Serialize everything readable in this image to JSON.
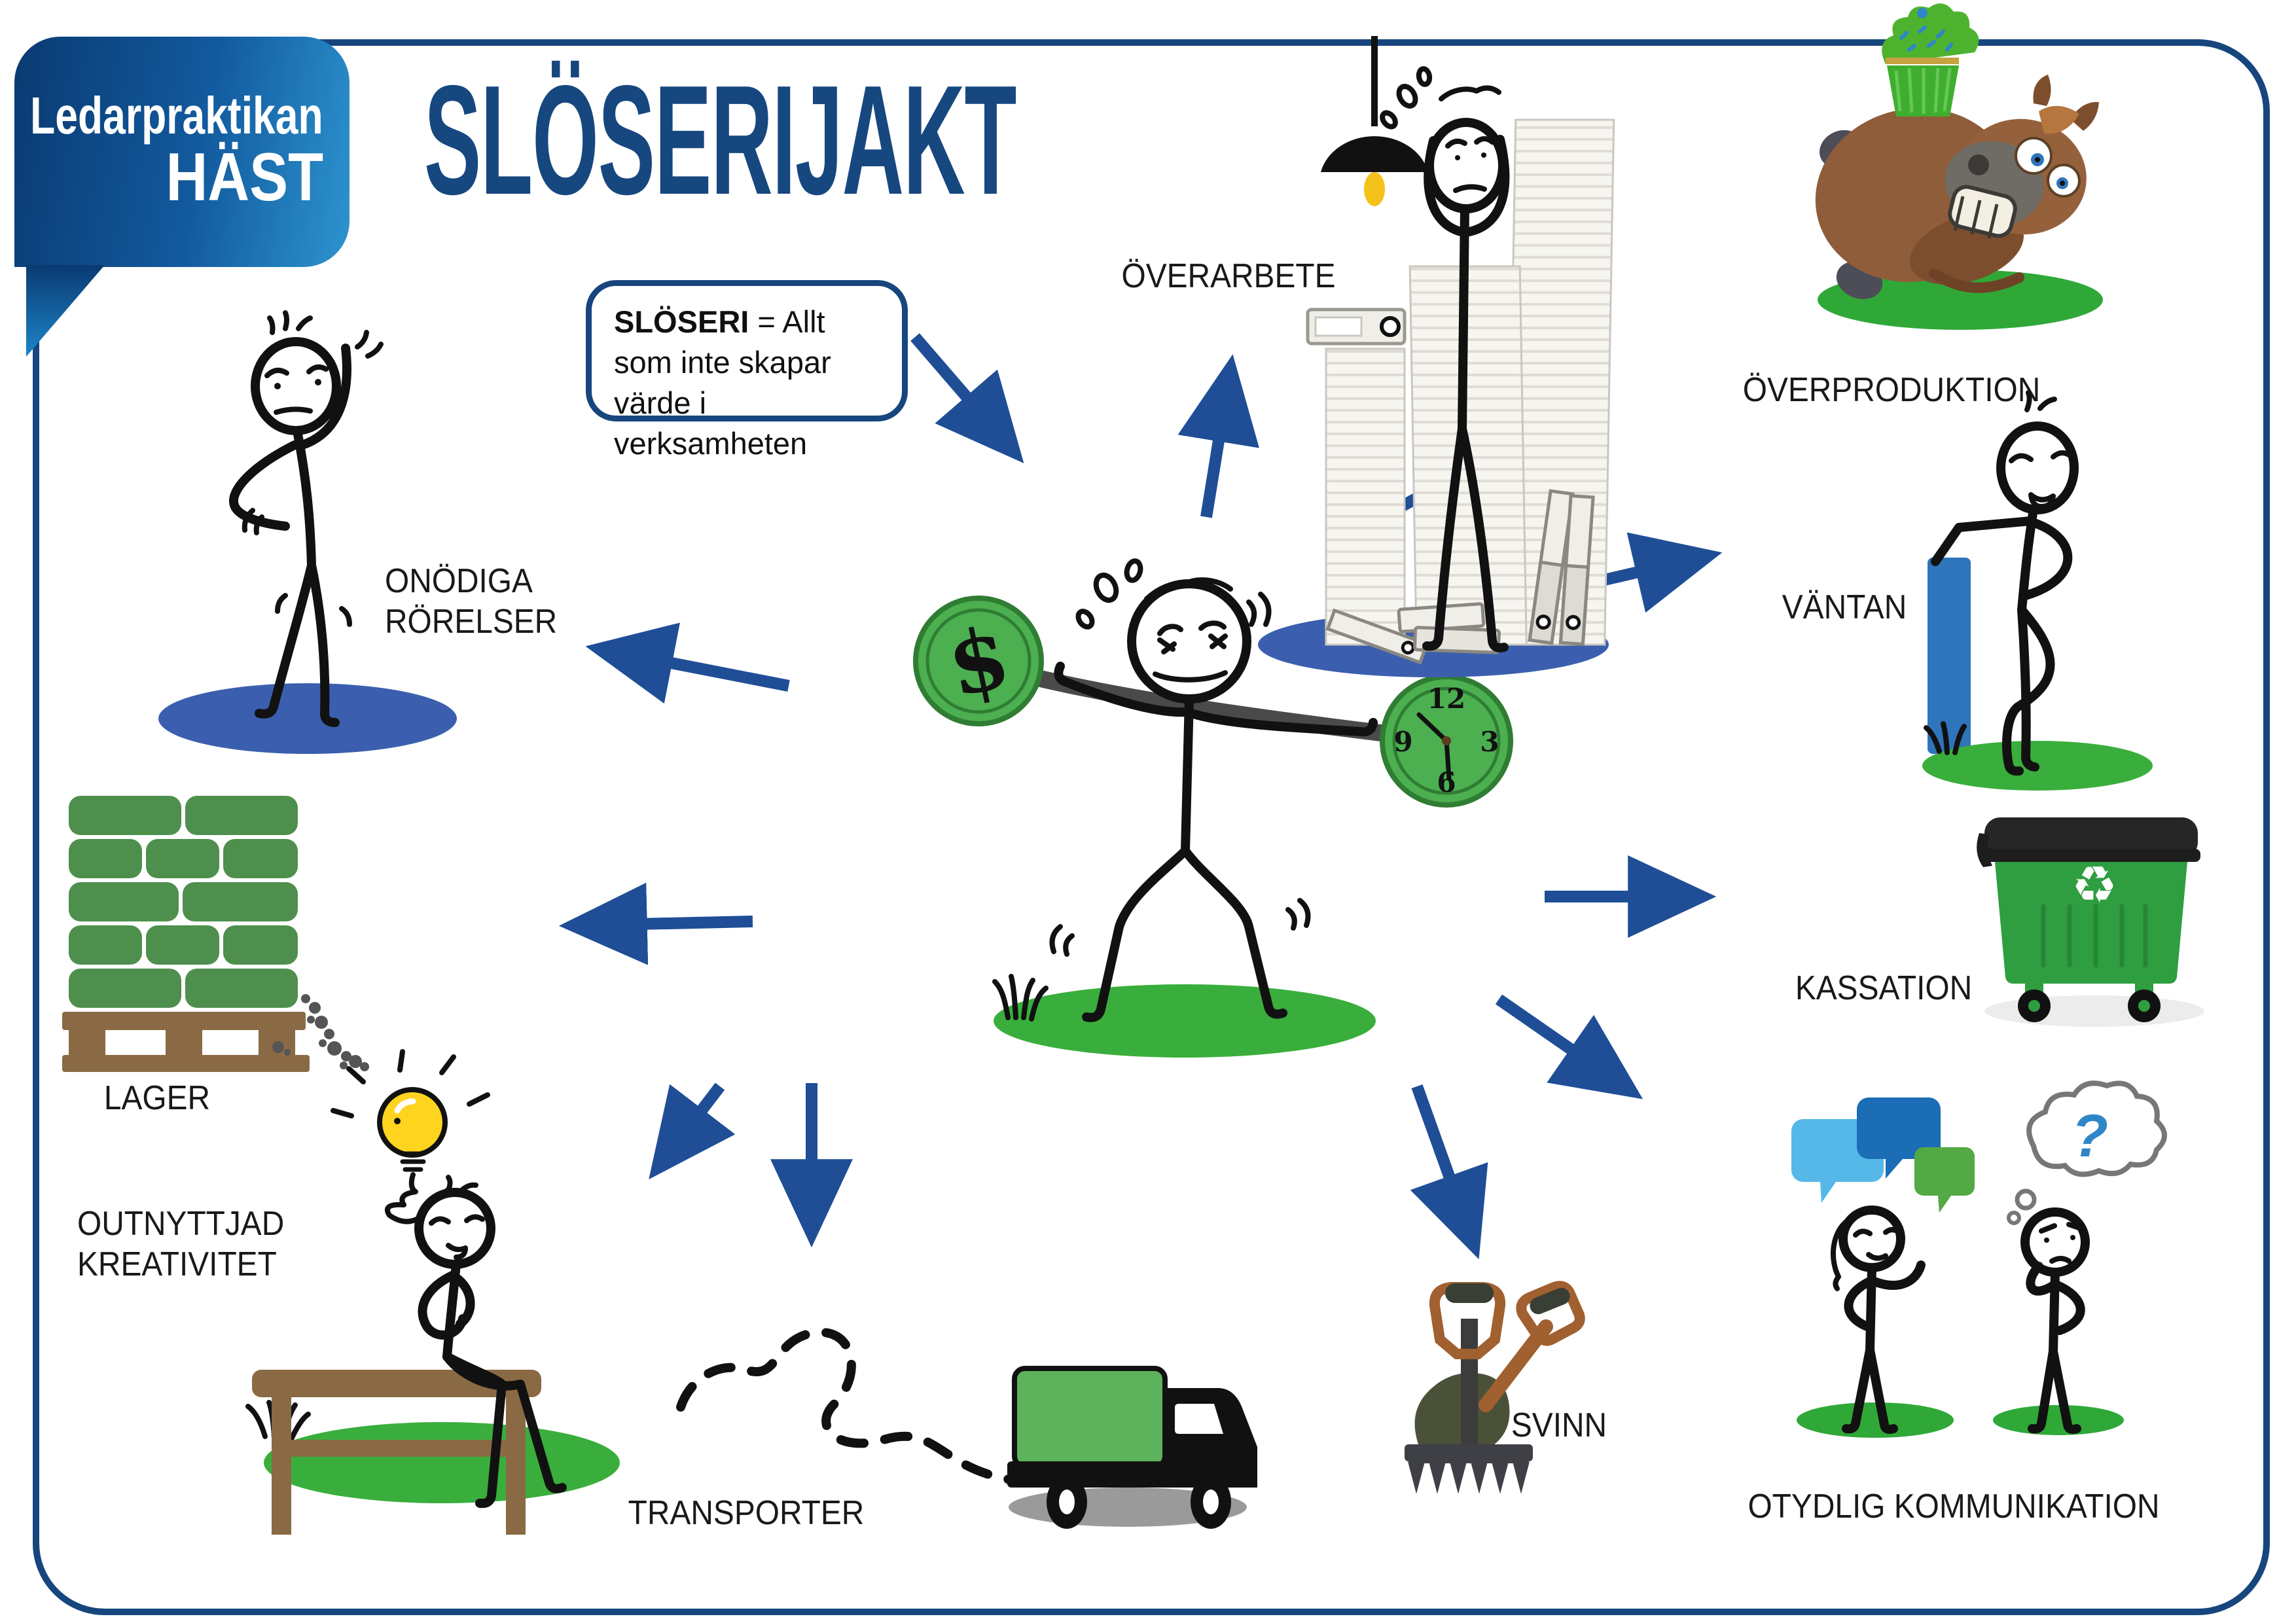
{
  "page": {
    "background": "#ffffff",
    "border_color": "#17467e"
  },
  "logo": {
    "line1": "Ledarpraktikan",
    "line2": "HÄST"
  },
  "title": "SLÖSERIJAKT",
  "callout": {
    "term": "SLÖSERI",
    "text_after_term": " = Allt som inte skapar värde i verksamheten"
  },
  "labels": {
    "overarbete": "ÖVERARBETE",
    "overproduktion": "ÖVERPRODUKTION",
    "vantan": "VÄNTAN",
    "kassation": "KASSATION",
    "otydlig": "OTYDLIG KOMMUNIKATION",
    "svinn": "SVINN",
    "transporter": "TRANSPORTER",
    "kreativitet_line1": "OUTNYTTJAD",
    "kreativitet_line2": "KREATIVITET",
    "lager": "LAGER",
    "onodiga_line1": "ONÖDIGA",
    "onodiga_line2": "RÖRELSER"
  },
  "center": {
    "coin_symbol": "$",
    "clock": {
      "n12": "12",
      "n3": "3",
      "n6": "6",
      "n9": "9"
    }
  },
  "otydlig": {
    "question_mark": "?"
  },
  "kassation": {
    "recycle_symbol": "♻"
  },
  "colors": {
    "navy": "#17467e",
    "arrow_blue": "#1f4e96",
    "ground_green": "#3aae3c",
    "blue_ellipse": "#3b5fae",
    "coin_green": "#4caf50",
    "dumpster_green": "#2e9e41",
    "sack_green": "#4e8f4e",
    "truck_green": "#5cb35c",
    "wood_brown": "#8a6a44",
    "bulb_yellow": "#ffd41f"
  }
}
